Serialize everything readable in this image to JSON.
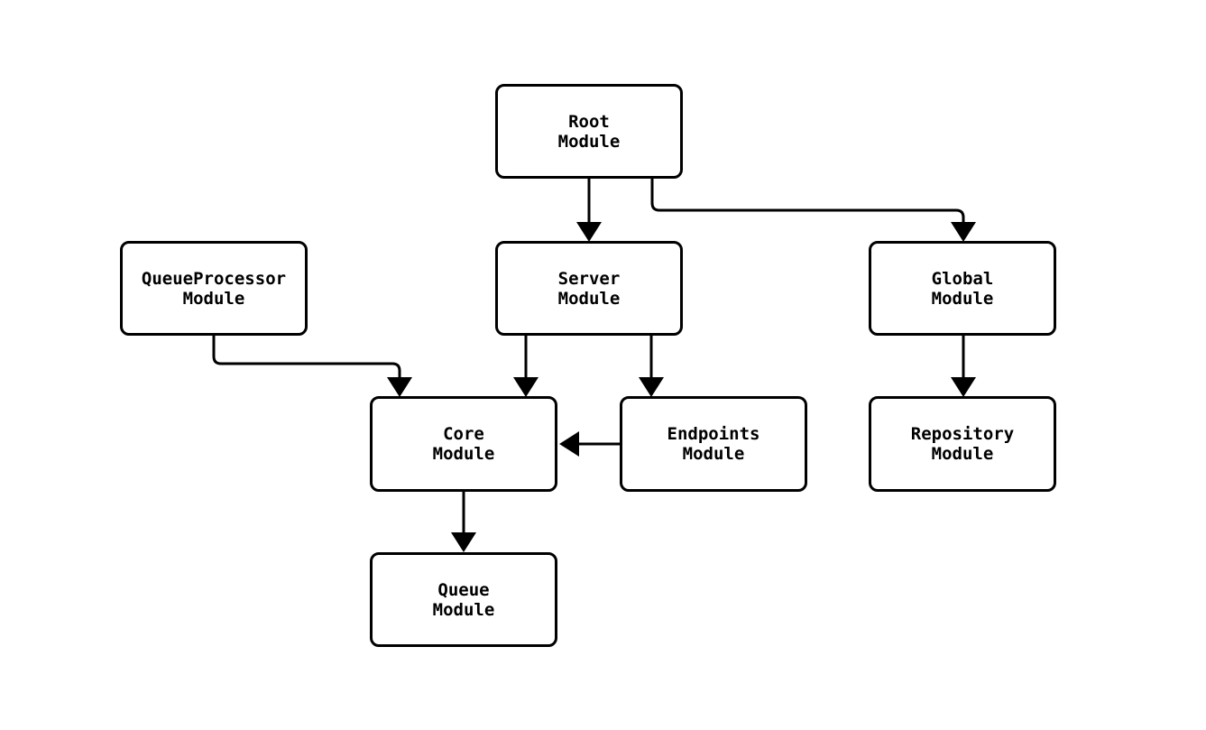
{
  "diagram": {
    "type": "flowchart",
    "background_color": "#ffffff",
    "stroke_color": "#000000",
    "nodes": [
      {
        "id": "root",
        "line1": "Root",
        "line2": "Module"
      },
      {
        "id": "queueprocessor",
        "line1": "QueueProcessor",
        "line2": "Module"
      },
      {
        "id": "server",
        "line1": "Server",
        "line2": "Module"
      },
      {
        "id": "global",
        "line1": "Global",
        "line2": "Module"
      },
      {
        "id": "core",
        "line1": "Core",
        "line2": "Module"
      },
      {
        "id": "endpoints",
        "line1": "Endpoints",
        "line2": "Module"
      },
      {
        "id": "repository",
        "line1": "Repository",
        "line2": "Module"
      },
      {
        "id": "queue",
        "line1": "Queue",
        "line2": "Module"
      }
    ],
    "edges": [
      {
        "from": "Root Module",
        "to": "Server Module"
      },
      {
        "from": "Root Module",
        "to": "Global Module"
      },
      {
        "from": "QueueProcessor Module",
        "to": "Core Module"
      },
      {
        "from": "Server Module",
        "to": "Core Module"
      },
      {
        "from": "Server Module",
        "to": "Endpoints Module"
      },
      {
        "from": "Endpoints Module",
        "to": "Core Module"
      },
      {
        "from": "Global Module",
        "to": "Repository Module"
      },
      {
        "from": "Core Module",
        "to": "Queue Module"
      }
    ]
  }
}
